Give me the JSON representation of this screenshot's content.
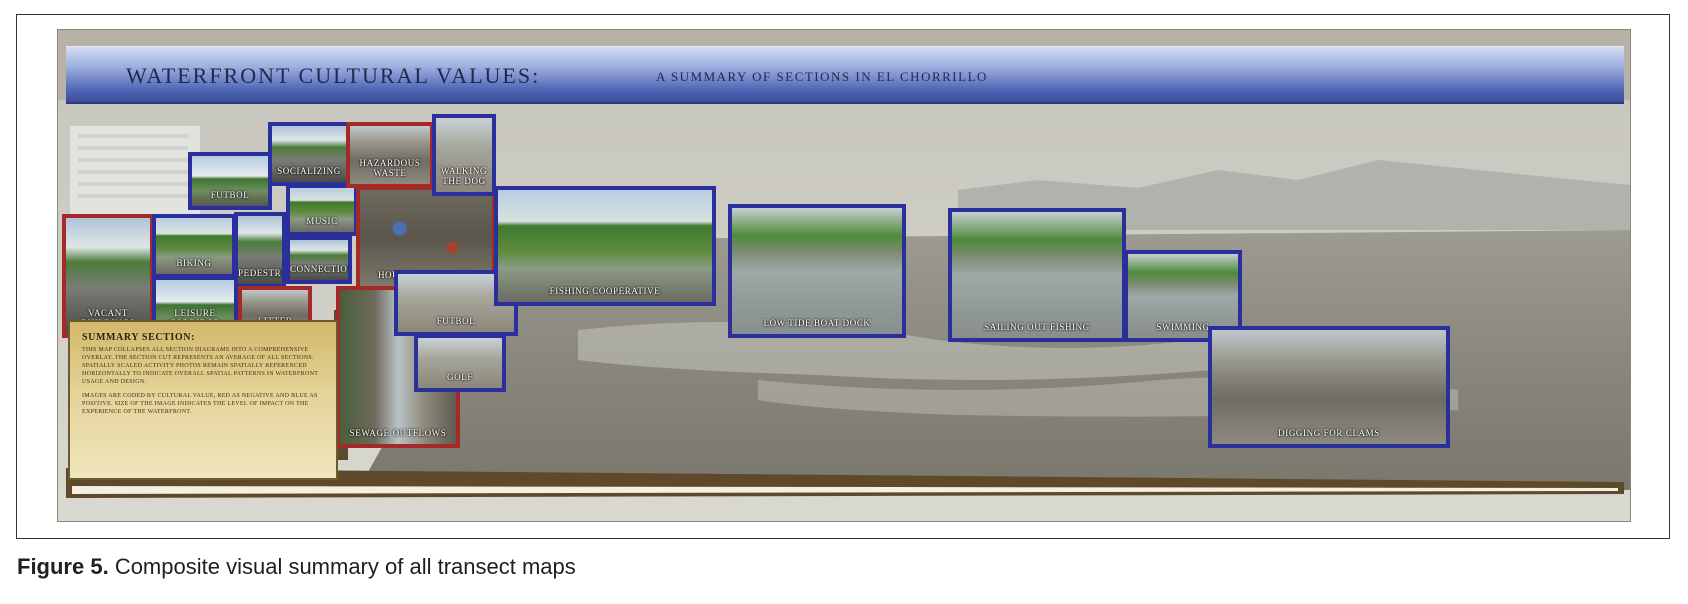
{
  "poster": {
    "title": "WATERFRONT CULTURAL VALUES:",
    "subtitle": "A SUMMARY OF SECTIONS IN EL CHORRILLO"
  },
  "summary": {
    "title": "SUMMARY SECTION:",
    "text_1": "This map collapses all section diagrams into a comprehensive overlay. The section cut represents an average of all sections. Spatially scaled activity photos remain spatially referenced horizontally to indicate overall spatial patterns in waterfront usage and design.",
    "text_2": "Images are coded by cultural value, red as negative and blue as positive. Size of the image indicates the level of impact on the experience of the waterfront."
  },
  "photos": [
    {
      "label": "Vacant Buildings",
      "value": "negative"
    },
    {
      "label": "Biking",
      "value": "positive"
    },
    {
      "label": "Leisure Corridor",
      "value": "positive"
    },
    {
      "label": "Pedestrian",
      "value": "positive"
    },
    {
      "label": "Litter",
      "value": "negative"
    },
    {
      "label": "Futbol",
      "value": "positive"
    },
    {
      "label": "Socializing",
      "value": "positive"
    },
    {
      "label": "Music",
      "value": "positive"
    },
    {
      "label": "Connection",
      "value": "positive"
    },
    {
      "label": "Hazardous Waste",
      "value": "negative"
    },
    {
      "label": "Household Waste",
      "value": "negative"
    },
    {
      "label": "Walking the Dog",
      "value": "positive"
    },
    {
      "label": "Sewage Outflows",
      "value": "negative"
    },
    {
      "label": "Futbol",
      "value": "positive"
    },
    {
      "label": "Golf",
      "value": "positive"
    },
    {
      "label": "Fishing Cooperative",
      "value": "positive"
    },
    {
      "label": "Low Tide Boat Dock",
      "value": "positive"
    },
    {
      "label": "Sailing Out Fishing",
      "value": "positive"
    },
    {
      "label": "Swimming",
      "value": "positive"
    },
    {
      "label": "Digging for Clams",
      "value": "positive"
    }
  ],
  "caption": {
    "label": "Figure 5.",
    "text": "Composite visual summary of all transect maps"
  },
  "colors": {
    "positive_border": "#2a2f9c",
    "negative_border": "#a32a29",
    "banner": "#4d63b4",
    "summary_panel": "#e4d398"
  }
}
